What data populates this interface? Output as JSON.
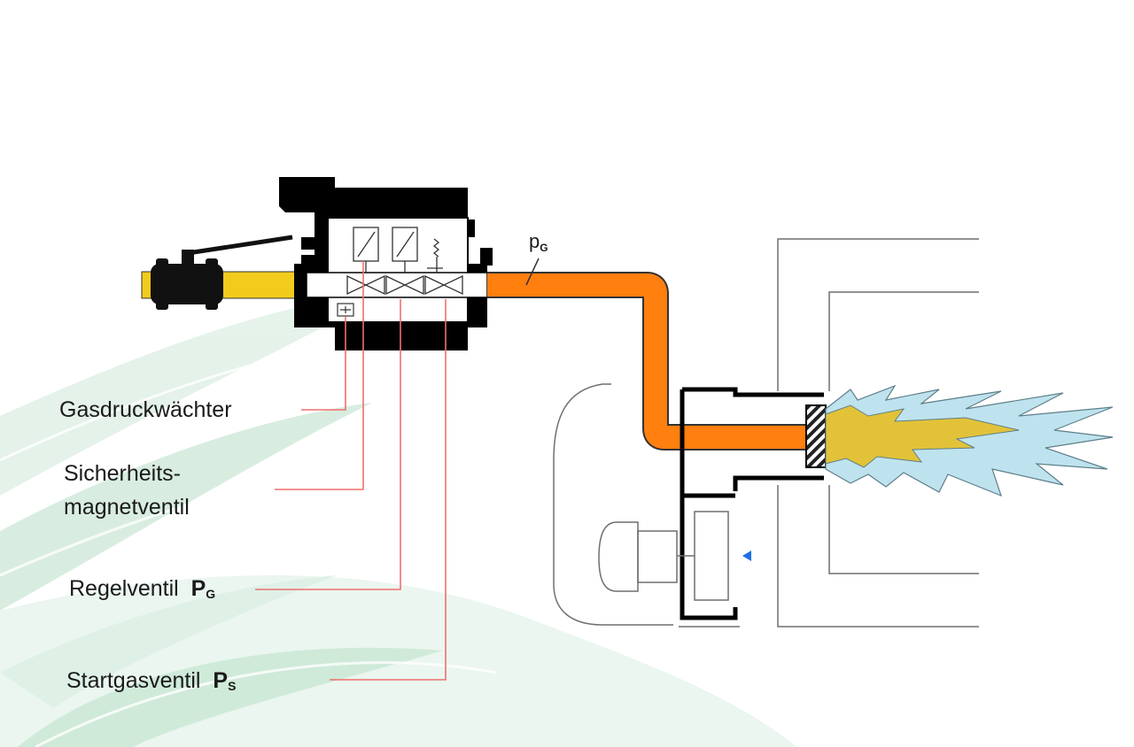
{
  "colors": {
    "gas_pipe_yellow": "#f2cb1c",
    "gas_pipe_orange": "#ff7f0f",
    "leader_line_red": "#ef6f6f",
    "flame_outer": "#bfe3ee",
    "flame_inner": "#e2c238",
    "valve_body_black": "#000000",
    "background_swirl_green": "#9fd6b4",
    "indicator_blue": "#1e6fe0"
  },
  "icons": [
    "ball-valve-icon",
    "pressure-switch-icon",
    "solenoid-valve-icon",
    "control-valve-icon",
    "start-gas-valve-icon",
    "burner-flame-icon",
    "fan-motor-icon",
    "air-flow-arrow-icon"
  ],
  "labels": {
    "pressure_tag": {
      "main": "p",
      "sub": "G"
    },
    "gas_pressure_switch": "Gasdruckwächter",
    "safety_solenoid_line1": "Sicherheits-",
    "safety_solenoid_line2": "magnetventil",
    "control_valve": {
      "text": "Regelventil",
      "symbol": "P",
      "sub": "G"
    },
    "start_gas_valve": {
      "text": "Startgasventil",
      "symbol": "P",
      "sub": "S"
    }
  }
}
